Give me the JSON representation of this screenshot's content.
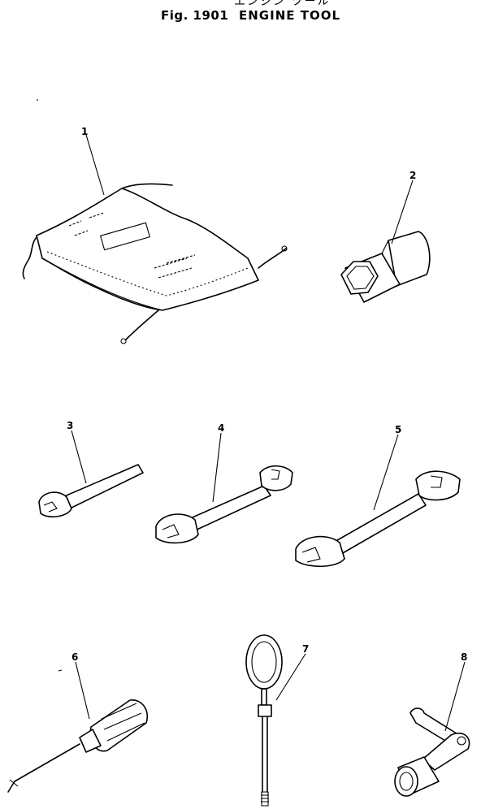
{
  "header": {
    "japanese_title": "エンジン ツール",
    "figure_label": "Fig. 1901",
    "title": "ENGINE TOOL"
  },
  "parts": [
    {
      "callout": "1",
      "icon": "tool-bag-icon"
    },
    {
      "callout": "2",
      "icon": "socket-wrench-icon"
    },
    {
      "callout": "3",
      "icon": "single-end-spanner-icon"
    },
    {
      "callout": "4",
      "icon": "double-end-spanner-icon"
    },
    {
      "callout": "5",
      "icon": "double-end-spanner-large-icon"
    },
    {
      "callout": "6",
      "icon": "screwdriver-icon"
    },
    {
      "callout": "7",
      "icon": "feeler-rod-icon"
    },
    {
      "callout": "8",
      "icon": "box-wrench-handle-icon"
    }
  ]
}
